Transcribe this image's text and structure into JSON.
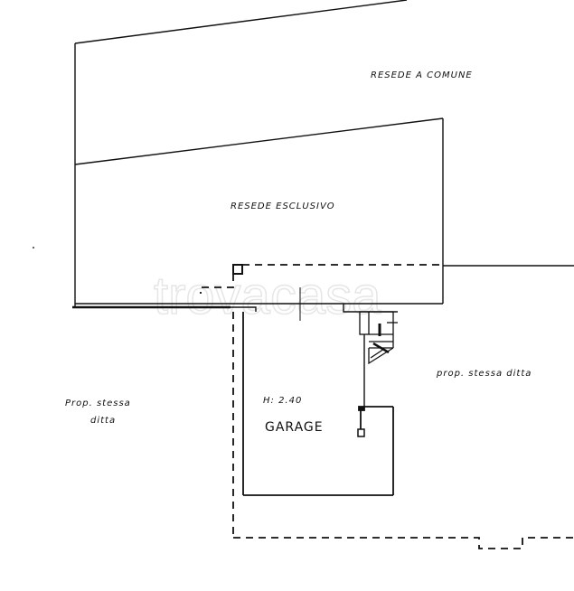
{
  "labels": {
    "shared_yard": "RESEDE   A COMUNE",
    "exclusive_yard": "RESEDE  ESCLUSIVO",
    "prop_right": "prop. stessa ditta",
    "prop_left_line1": "Prop. stessa",
    "prop_left_line2": "ditta",
    "height": "H: 2.40",
    "garage": "GARAGE"
  },
  "watermark": "trovacasa"
}
